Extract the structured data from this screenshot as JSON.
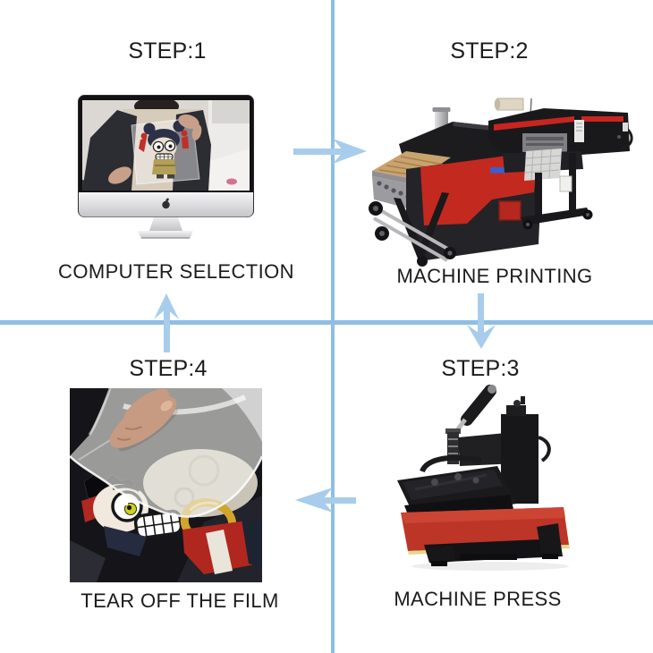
{
  "page": {
    "background": "#ffffff",
    "description_colors": {
      "divider_blue": "#8ebee5",
      "arrow_blue": "#a7ccec",
      "label_text": "#1b1b1b",
      "machine_red": "#c4291f",
      "press_pad_red": "#bd3527",
      "earring_gold": "#d2a42c"
    }
  },
  "steps": [
    {
      "title": "STEP:1",
      "caption": "COMPUTER SELECTION",
      "illustration": "imac-computer-showing-printed-film-photo"
    },
    {
      "title": "STEP:2",
      "caption": "MACHINE PRINTING",
      "illustration": "dtf-printer-with-powder-shaker-machine"
    },
    {
      "title": "STEP:3",
      "caption": "MACHINE PRESS",
      "illustration": "heat-press-machine-with-red-pad"
    },
    {
      "title": "STEP:4",
      "caption": "TEAR OFF THE FILM",
      "illustration": "hand-peeling-transfer-film-from-shirt"
    }
  ],
  "flow_arrows": [
    {
      "name": "arrow-right",
      "from_step": 1,
      "to_step": 2,
      "direction": "right"
    },
    {
      "name": "arrow-down",
      "from_step": 2,
      "to_step": 3,
      "direction": "down"
    },
    {
      "name": "arrow-left",
      "from_step": 3,
      "to_step": 4,
      "direction": "left"
    },
    {
      "name": "arrow-up",
      "from_step": 4,
      "to_step": 1,
      "direction": "up"
    }
  ]
}
